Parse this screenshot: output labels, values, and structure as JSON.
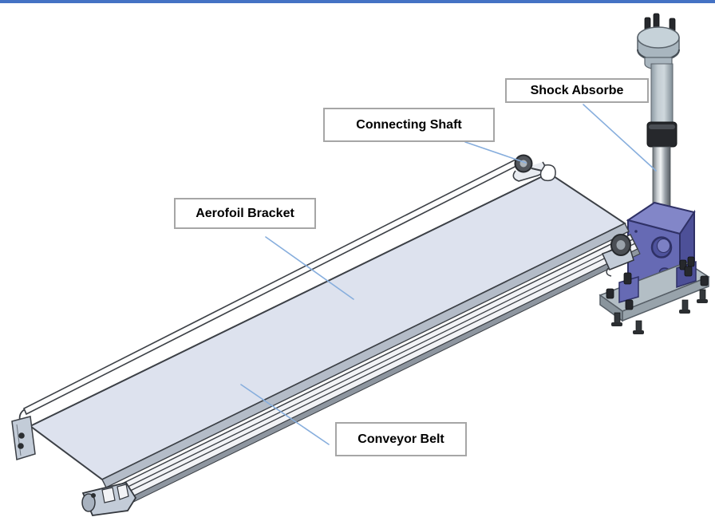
{
  "figure": {
    "title": "Conveyor belt assembly CAD diagram",
    "labels": [
      {
        "id": "shock-absorber",
        "text": "Shock Absorbe"
      },
      {
        "id": "connecting-shaft",
        "text": "Connecting Shaft"
      },
      {
        "id": "aerofoil-bracket",
        "text": "Aerofoil Bracket"
      },
      {
        "id": "conveyor-belt",
        "text": "Conveyor Belt"
      }
    ]
  },
  "colors": {
    "page-bg": "#ffffff",
    "top-border": "#4472c4",
    "leader": "#87aedd",
    "label-border": "#a6a6a6",
    "label-bg": "#ffffff",
    "label-text": "#000000",
    "outline": "#3c4046",
    "belt-fill": "#dde2ee",
    "frame-light": "#f2f3f6",
    "frame-mid": "#b4bcc8",
    "frame-dark": "#8e96a0",
    "steel-fill": "#c3ccd8",
    "metal-light": "#c6d2d9",
    "metal-mid": "#a9b6bf",
    "metal-dark": "#26282c",
    "block-top": "#8286c8",
    "block-front": "#666ab4",
    "block-side": "#4d5098",
    "block-outline": "#2f3166",
    "plate-top": "#b3bec5",
    "plate-side": "#98a3ab",
    "plate-dark": "#8a959d"
  }
}
